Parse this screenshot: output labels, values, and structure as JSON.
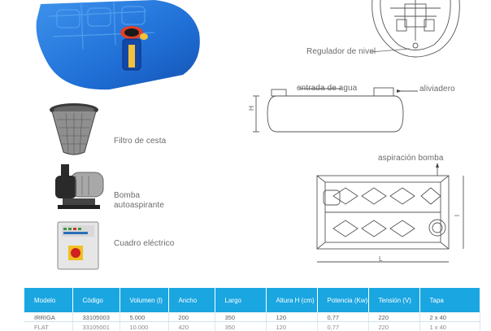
{
  "labels": {
    "regulador": "Regulador de nivel",
    "entrada": "entrada de agua",
    "aliviadero": "aliviadero",
    "aspiracion": "aspiración bomba",
    "dim_h": "H",
    "dim_l": "L",
    "dim_i": "I",
    "filtro": "Filtro de cesta",
    "bomba": "Bomba autoaspirante",
    "cuadro": "Cuadro eléctrico"
  },
  "table": {
    "headers": [
      "Modelo",
      "Código",
      "Volumen (l)",
      "Ancho",
      "Largo",
      "Altura H (cm)",
      "Potencia (Kw)",
      "Tensión (V)",
      "Tapa"
    ],
    "rows": [
      [
        "IRRIGA",
        "33105003",
        "5.000",
        "200",
        "350",
        "120",
        "0,77",
        "220",
        "2 x 40"
      ],
      [
        "FLAT",
        "33105001",
        "10.000",
        "420",
        "350",
        "120",
        "0,77",
        "220",
        "1 x 40"
      ]
    ]
  },
  "colors": {
    "accent": "#1aa6e0",
    "tank": "#1f6fd6"
  }
}
